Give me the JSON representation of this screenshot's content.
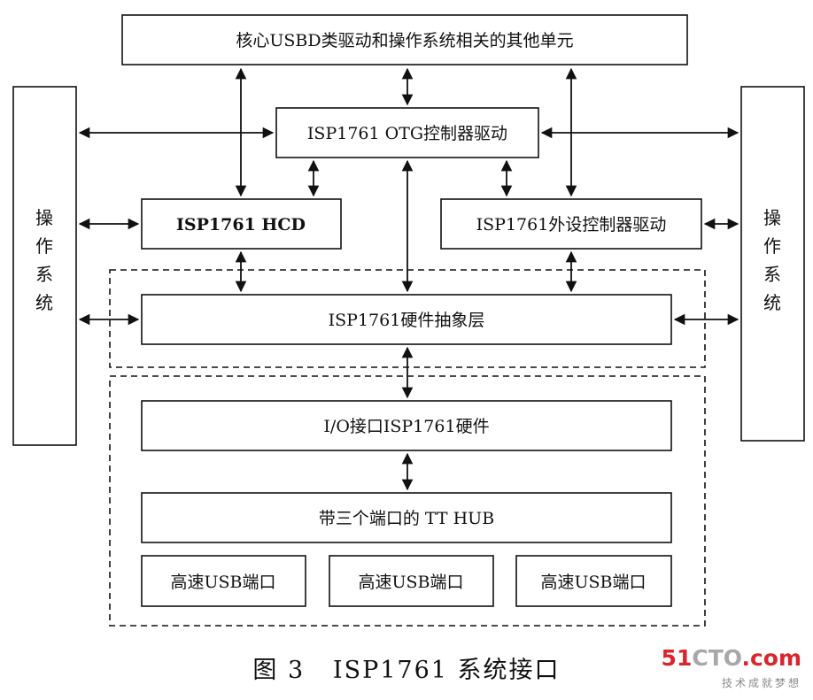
{
  "diagram": {
    "top_box": "核心USBD类驱动和操作系统相关的其他单元",
    "otg_driver": "ISP1761 OTG控制器驱动",
    "hcd": "ISP1761 HCD",
    "peripheral_driver": "ISP1761外设控制器驱动",
    "hal": "ISP1761硬件抽象层",
    "io_hardware": "I/O接口ISP1761硬件",
    "tt_hub": "带三个端口的 TT HUB",
    "usb_ports": [
      "高速USB端口",
      "高速USB端口",
      "高速USB端口"
    ],
    "os_left": [
      "操",
      "作",
      "系",
      "统"
    ],
    "os_right": [
      "操",
      "作",
      "系",
      "统"
    ]
  },
  "caption": "图 3   ISP1761 系统接口",
  "watermark": {
    "logo": "51CTO.com",
    "slogan": "技术成就梦想",
    "colors": {
      "digits": "#d9262c",
      "cto": "#a8a8a8",
      "dotcom": "#d9262c"
    }
  }
}
